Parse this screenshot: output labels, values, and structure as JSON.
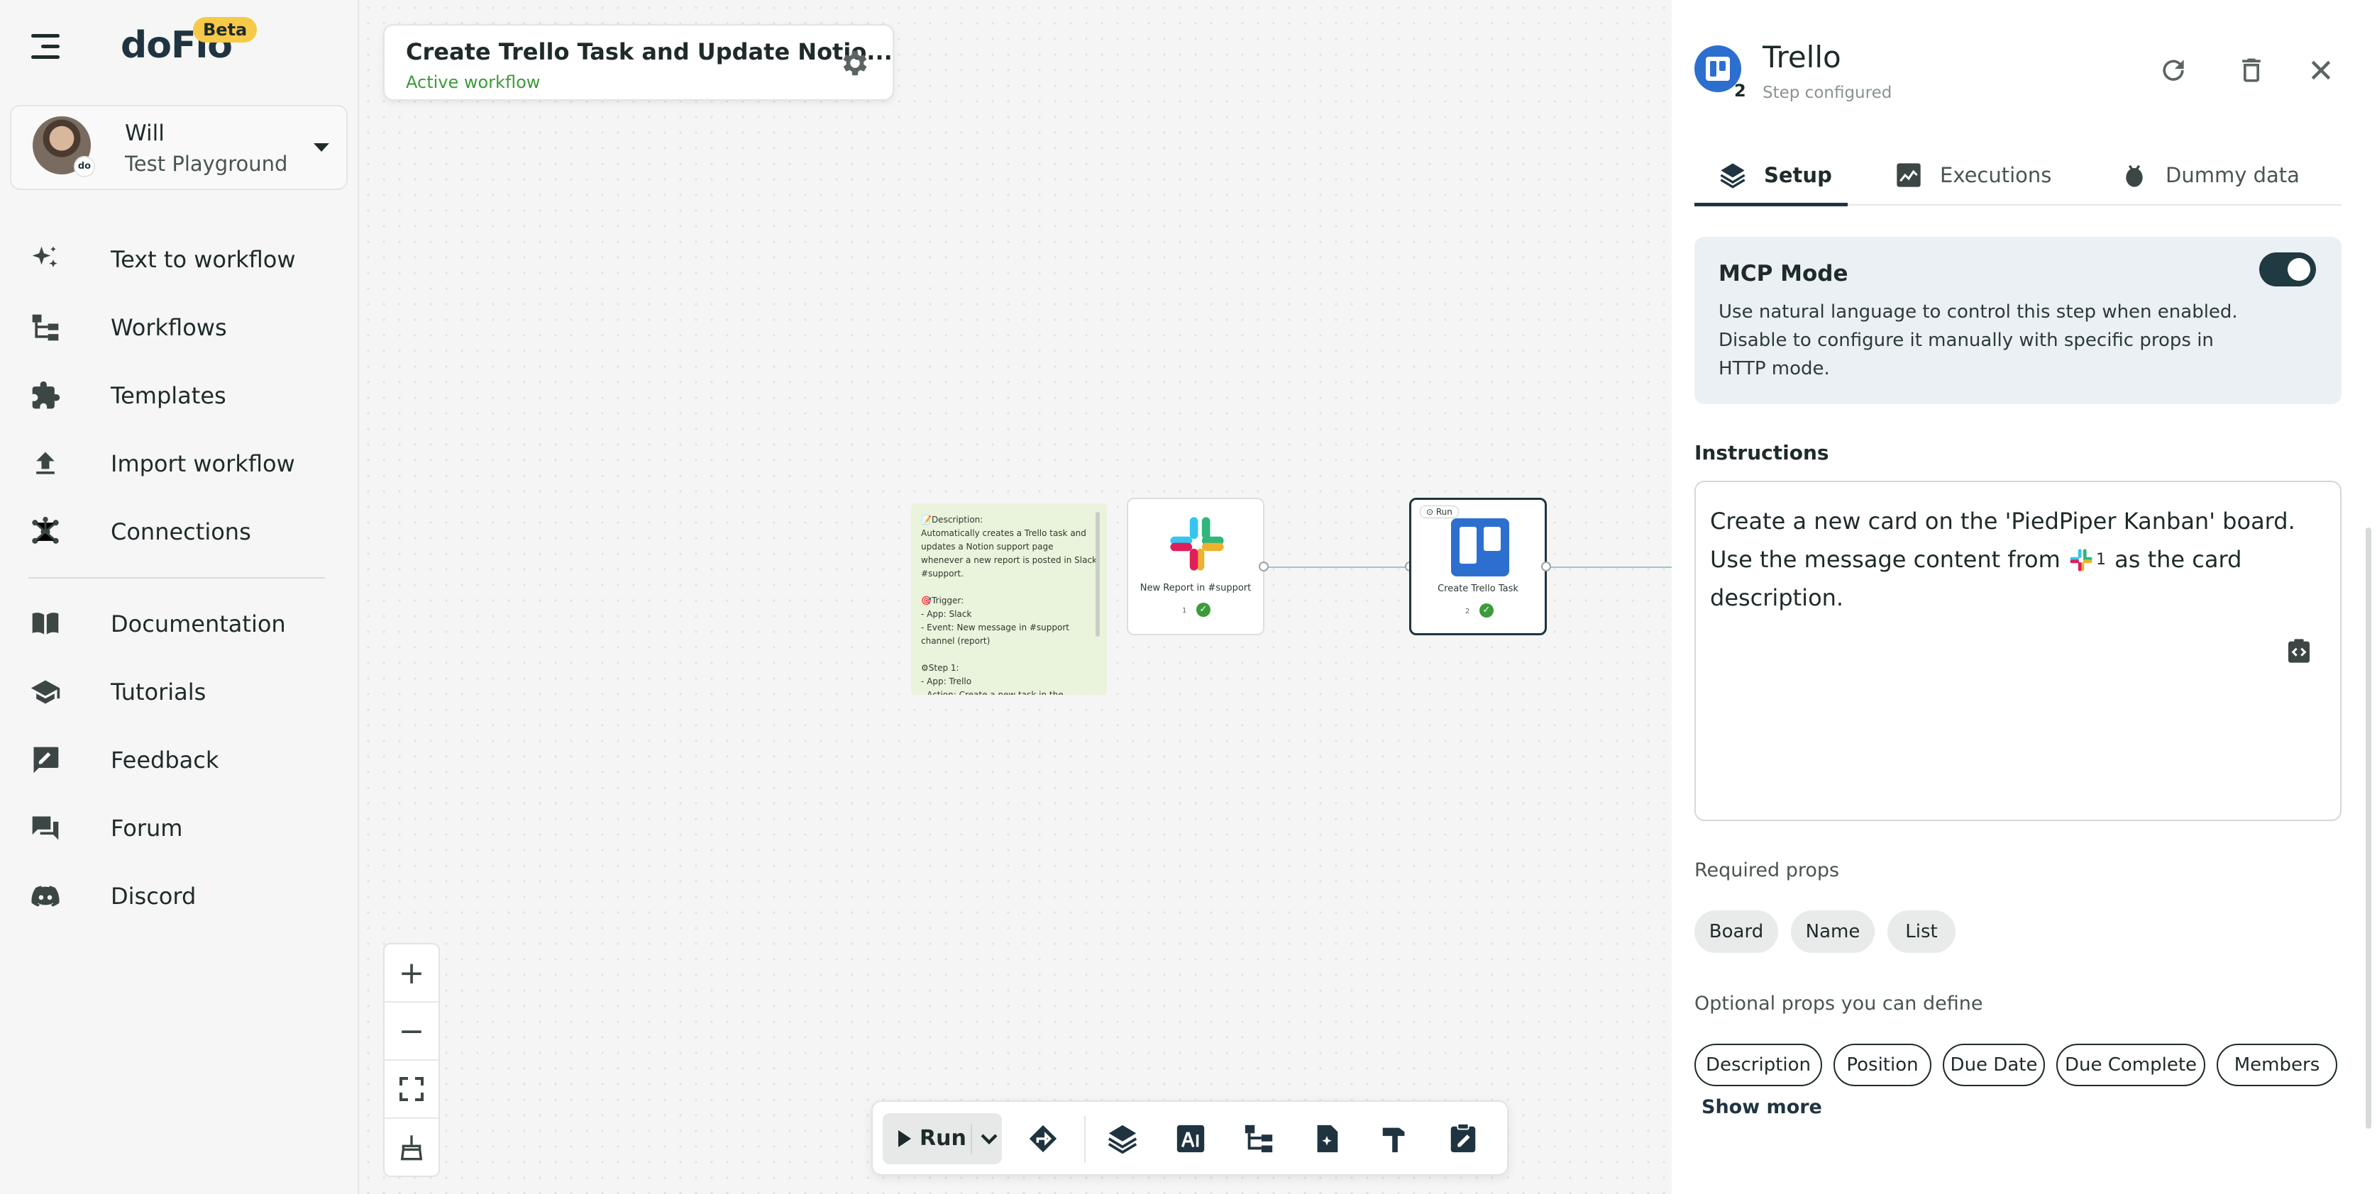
{
  "brand": {
    "logo": "doFlo",
    "badge": "Beta"
  },
  "user": {
    "name": "Will",
    "workspace": "Test Playground",
    "badge": "do"
  },
  "nav": [
    {
      "label": "Text to workflow",
      "icon": "sparkle-icon"
    },
    {
      "label": "Workflows",
      "icon": "workflow-tree-icon"
    },
    {
      "label": "Templates",
      "icon": "puzzle-icon"
    },
    {
      "label": "Import workflow",
      "icon": "upload-icon"
    },
    {
      "label": "Connections",
      "icon": "hub-icon"
    },
    {
      "label": "Documentation",
      "icon": "book-icon"
    },
    {
      "label": "Tutorials",
      "icon": "graduation-cap-icon"
    },
    {
      "label": "Feedback",
      "icon": "feedback-icon"
    },
    {
      "label": "Forum",
      "icon": "forum-icon"
    },
    {
      "label": "Discord",
      "icon": "discord-icon"
    }
  ],
  "workflow": {
    "title": "Create Trello Task and Update Notio...",
    "status": "Active workflow"
  },
  "canvas": {
    "note": [
      "📝Description:",
      "Automatically creates a Trello task and updates a Notion support page whenever a new report is posted in Slack #support.",
      "",
      "🎯Trigger:",
      "- App: Slack",
      "- Event: New message in #support channel (report)",
      "",
      "⚙Step 1:",
      "- App: Trello",
      "- Action: Create a new task in the"
    ],
    "nodes": [
      {
        "label": "New Report in #support",
        "num": "1"
      },
      {
        "label": "Create Trello Task",
        "num": "2",
        "run": "Run"
      }
    ]
  },
  "toolbar": {
    "run_label": "Run"
  },
  "panel": {
    "app_title": "Trello",
    "step_num": "2",
    "status": "Step configured",
    "tabs": [
      "Setup",
      "Executions",
      "Dummy data"
    ],
    "mcp_title": "MCP Mode",
    "mcp_desc": "Use natural language to control this step when enabled. Disable to configure it manually with specific props in HTTP mode.",
    "mcp_enabled": true,
    "instructions_label": "Instructions",
    "instr_before": "Create a new card on the 'PiedPiper Kanban' board. Use the message content from",
    "instr_chip_num": "1",
    "instr_after": "as the card description.",
    "required_label": "Required props",
    "required": [
      "Board",
      "Name",
      "List"
    ],
    "optional_label": "Optional props you can define",
    "optional": [
      "Description",
      "Position",
      "Due Date",
      "Due Complete",
      "Members"
    ],
    "show_more": "Show more"
  },
  "colors": {
    "accent": "#1f3440",
    "success": "#3c9b3a",
    "trello": "#2d6fcf",
    "beta": "#f7c948"
  }
}
